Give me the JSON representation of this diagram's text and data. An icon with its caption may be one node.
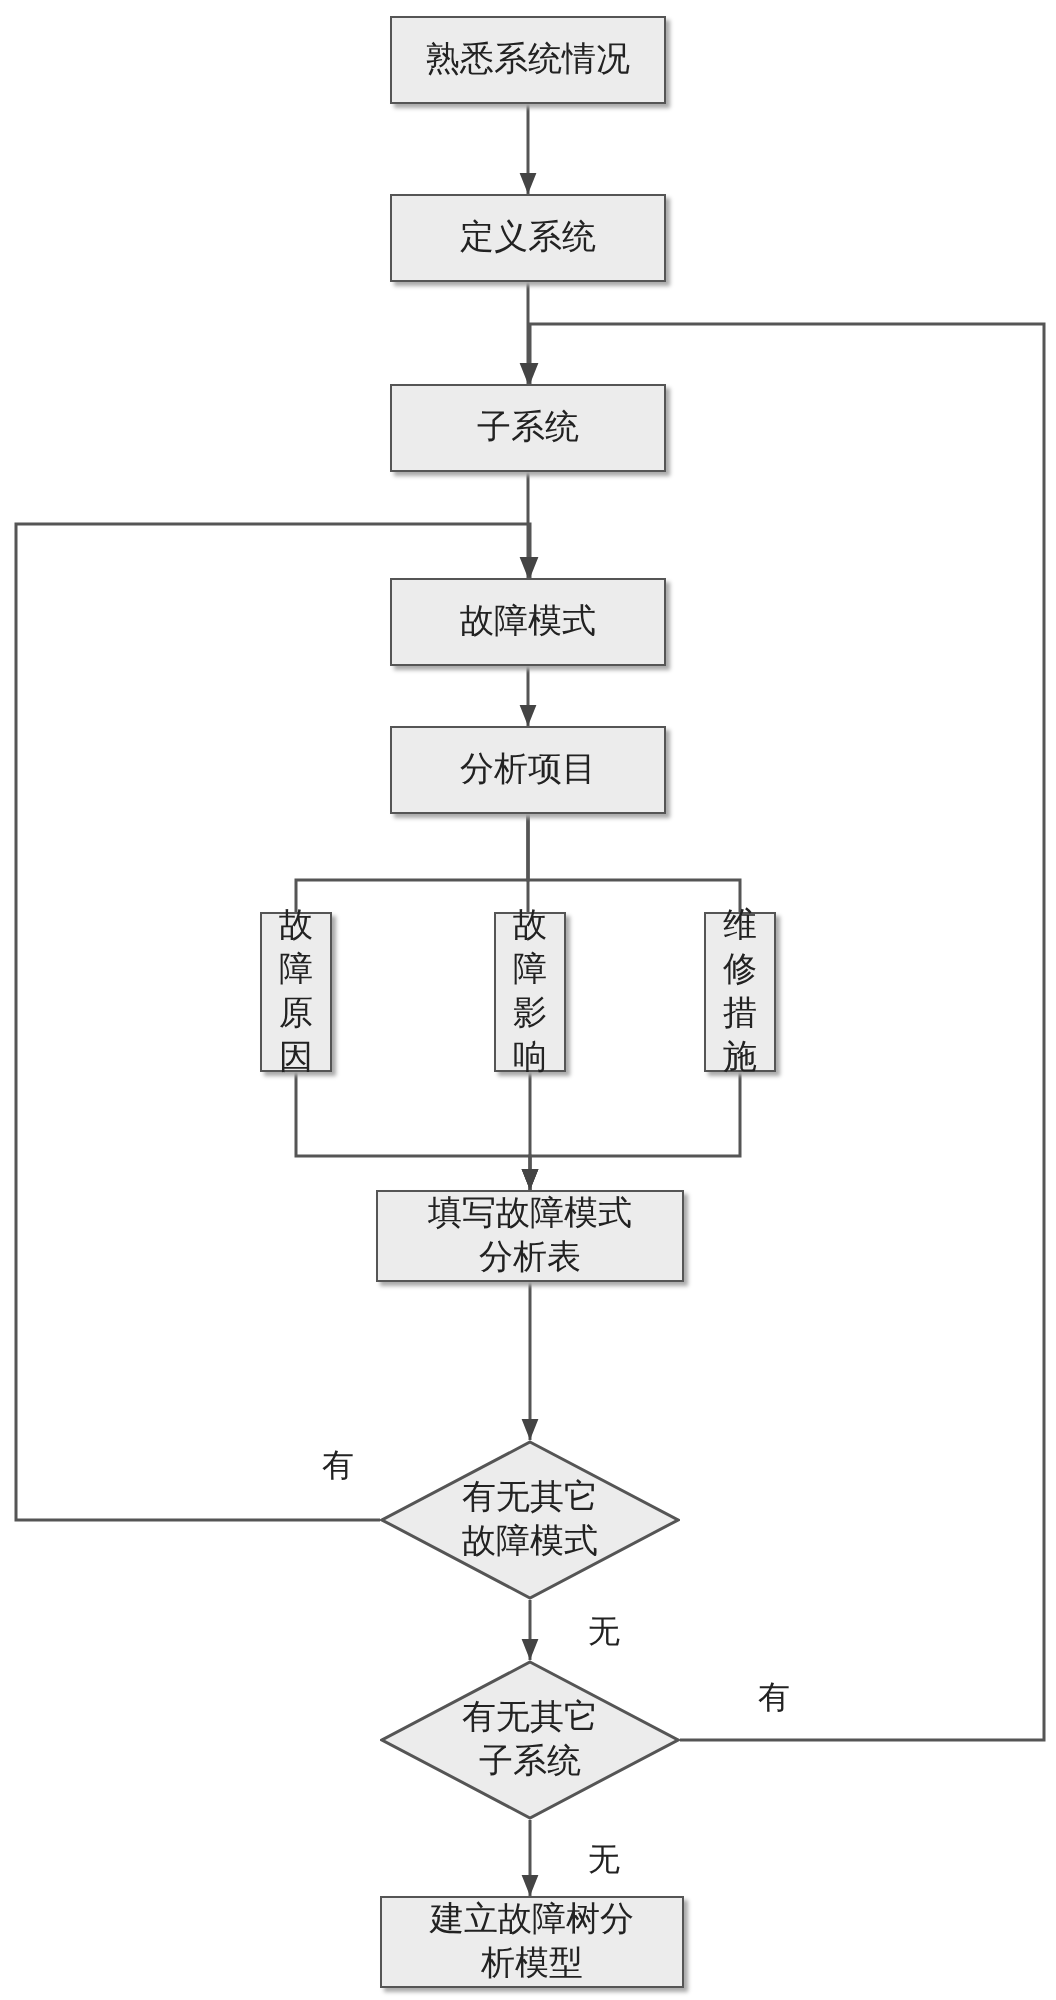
{
  "diagram": {
    "nodes": [
      {
        "text": [
          "熟悉系统情况"
        ]
      },
      {
        "text": [
          "定义系统"
        ]
      },
      {
        "text": [
          "子系统"
        ]
      },
      {
        "text": [
          "故障模式"
        ]
      },
      {
        "text": [
          "分析项目"
        ]
      },
      {
        "text": [
          "故障原因"
        ]
      },
      {
        "text": [
          "故障影响"
        ]
      },
      {
        "text": [
          "维修措施"
        ]
      },
      {
        "text": [
          "填写故障模式分析表"
        ]
      },
      {
        "text": [
          "有无其它故障模式"
        ]
      },
      {
        "text": [
          "有无其它子系统"
        ]
      },
      {
        "text": [
          "建立故障树分析模型"
        ]
      }
    ],
    "edges": [
      {
        "from": 0,
        "to": 1,
        "arrow": "to"
      },
      {
        "from": 1,
        "to": 2,
        "arrow": "to"
      },
      {
        "from": 2,
        "to": 3,
        "arrow": "to"
      },
      {
        "from": 3,
        "to": 4,
        "arrow": "to"
      },
      {
        "from": 4,
        "to": 5,
        "arrow": "none"
      },
      {
        "from": 4,
        "to": 6,
        "arrow": "none"
      },
      {
        "from": 4,
        "to": 7,
        "arrow": "none"
      },
      {
        "from": 5,
        "to": 8,
        "arrow": "to"
      },
      {
        "from": 6,
        "to": 8,
        "arrow": "to"
      },
      {
        "from": 7,
        "to": 8,
        "arrow": "to"
      },
      {
        "from": 8,
        "to": 9,
        "arrow": "to"
      },
      {
        "from": 9,
        "to": 3,
        "arrow": "to",
        "label": "有"
      },
      {
        "from": 9,
        "to": 10,
        "arrow": "to",
        "label": "无"
      },
      {
        "from": 10,
        "to": 2,
        "arrow": "to",
        "label": "有"
      },
      {
        "from": 10,
        "to": 11,
        "arrow": "to",
        "label": "无"
      }
    ]
  }
}
